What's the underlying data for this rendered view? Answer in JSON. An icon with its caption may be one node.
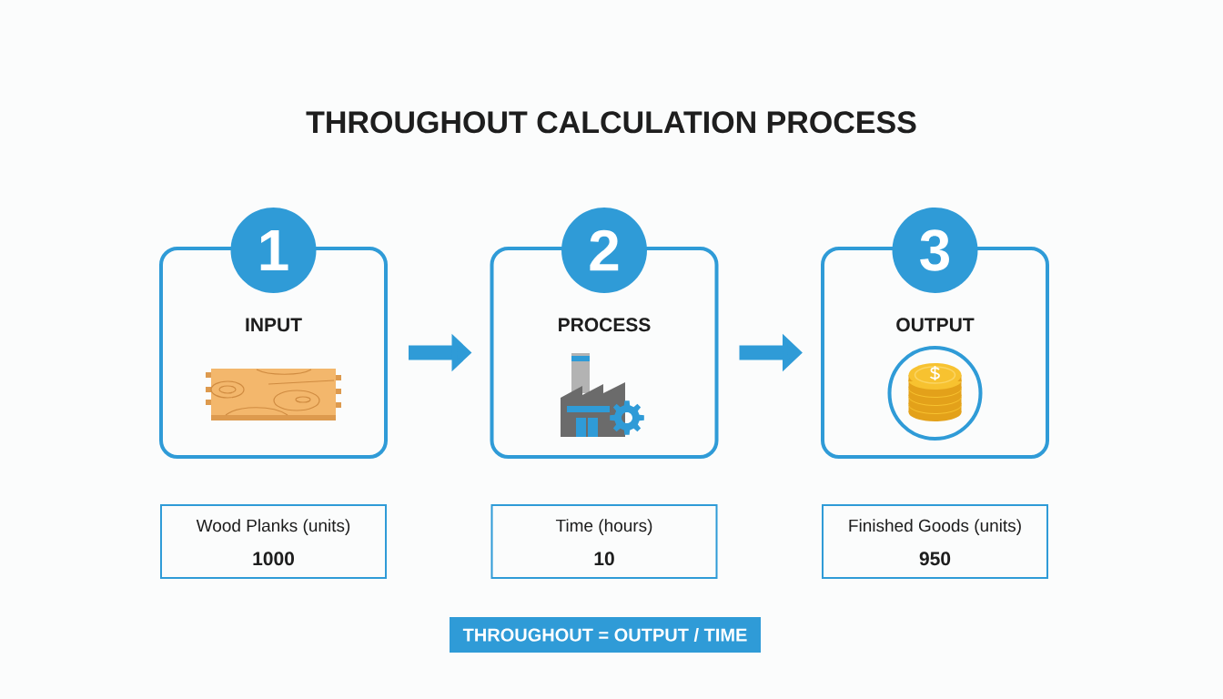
{
  "diagram": {
    "title": "THROUGHOUT CALCULATION PROCESS",
    "nodes": [
      {
        "text": [
          "INPUT"
        ]
      },
      {
        "text": [
          "1"
        ]
      },
      {
        "text": [
          "PROCESS"
        ]
      },
      {
        "text": [
          "2"
        ]
      },
      {
        "text": [
          "OUTPUT"
        ]
      },
      {
        "text": [
          "3"
        ]
      },
      {
        "text": [
          "Wood Planks (units)",
          "1000"
        ]
      },
      {
        "text": [
          "Time (hours)",
          "10"
        ]
      },
      {
        "text": [
          "Finished Goods (units)",
          "950"
        ]
      },
      {
        "text": [
          "THROUGHOUT = OUTPUT / TIME"
        ]
      }
    ],
    "edges": [
      {
        "from": 0,
        "to": 2,
        "arrow": "to"
      },
      {
        "from": 2,
        "to": 4,
        "arrow": "to"
      }
    ]
  }
}
